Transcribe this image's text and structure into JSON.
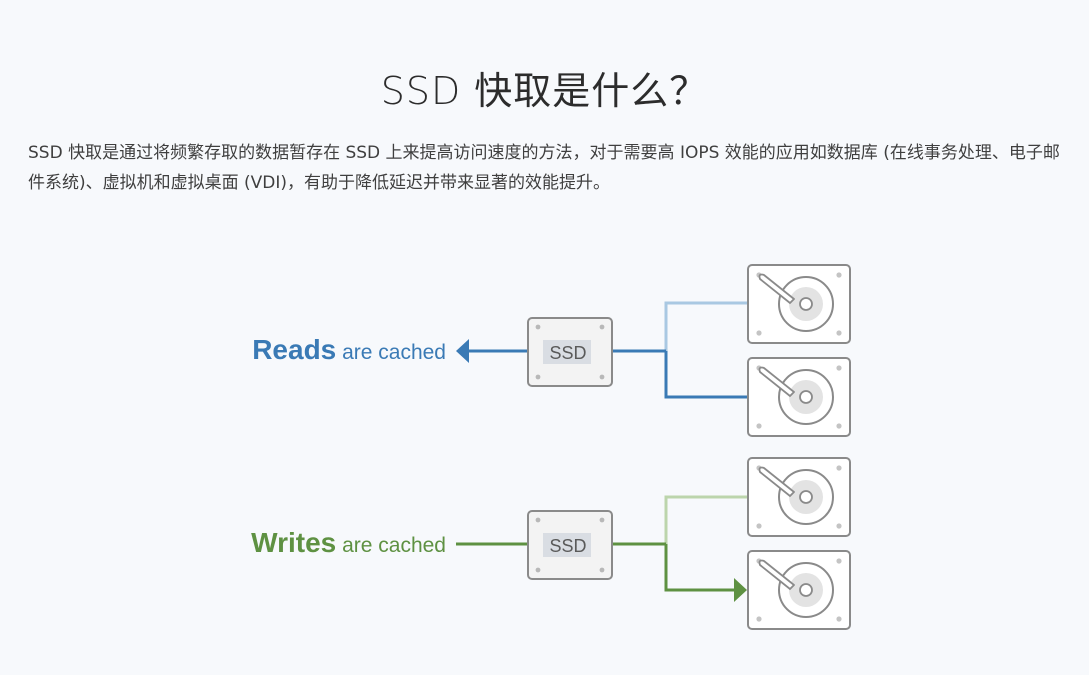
{
  "header": {
    "title": "SSD 快取是什么？"
  },
  "intro": {
    "text": "SSD 快取是通过将频繁存取的数据暂存在 SSD 上来提高访问速度的方法，对于需要高 IOPS 效能的应用如数据库 (在线事务处理、电子邮件系统)、虚拟机和虚拟桌面 (VDI)，有助于降低延迟并带来显著的效能提升。"
  },
  "diagram": {
    "reads": {
      "strong": "Reads",
      "rest": " are cached",
      "ssd_label": "SSD",
      "color": "#3a7ab5",
      "light_color": "#a9c8e2"
    },
    "writes": {
      "strong": "Writes",
      "rest": " are cached",
      "ssd_label": "SSD",
      "color": "#5e9142",
      "light_color": "#bcd5ac"
    },
    "icons": [
      "ssd-icon",
      "hard-drive-icon"
    ]
  }
}
